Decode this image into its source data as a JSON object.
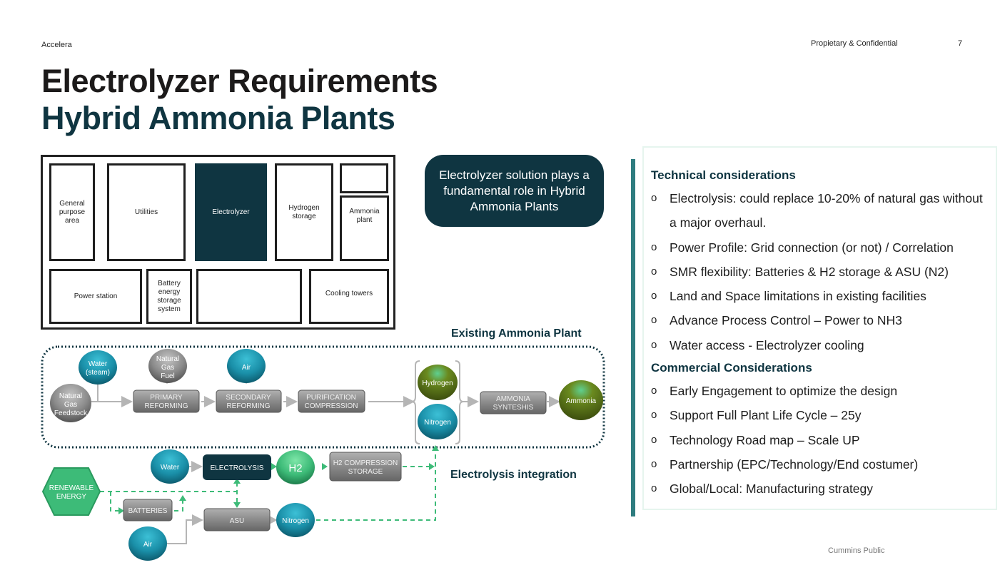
{
  "header": {
    "brand": "Accelera",
    "confidentiality": "Propietary & Confidential",
    "page_number": "7"
  },
  "title": {
    "line1": "Electrolyzer Requirements",
    "line2": "Hybrid Ammonia Plants"
  },
  "site_layout": {
    "zones": [
      {
        "id": "general",
        "label": "General purpose area",
        "highlight": false
      },
      {
        "id": "utilities",
        "label": "Utilities",
        "highlight": false
      },
      {
        "id": "electrolyzer",
        "label": "Electrolyzer",
        "highlight": true
      },
      {
        "id": "hydrogen",
        "label": "Hydrogen storage",
        "highlight": false
      },
      {
        "id": "blank-top",
        "label": "",
        "highlight": false
      },
      {
        "id": "ammonia",
        "label": "Ammonia plant",
        "highlight": false
      },
      {
        "id": "power",
        "label": "Power station",
        "highlight": false
      },
      {
        "id": "battery",
        "label": "Battery energy storage system",
        "highlight": false
      },
      {
        "id": "blank-bottom",
        "label": "",
        "highlight": false
      },
      {
        "id": "cooling",
        "label": "Cooling towers",
        "highlight": false
      }
    ]
  },
  "callout": {
    "text": "Electrolyzer solution plays a fundamental role in Hybrid Ammonia Plants"
  },
  "existing_plant": {
    "label": "Existing Ammonia Plant",
    "nodes": {
      "water_steam": [
        "Water",
        "(steam)"
      ],
      "ng_feedstock": [
        "Natural",
        "Gas",
        "Feedstock"
      ],
      "ng_fuel": [
        "Natural",
        "Gas",
        "Fuel"
      ],
      "air": [
        "Air"
      ],
      "primary": [
        "PRIMARY",
        "REFORMING"
      ],
      "secondary": [
        "SECONDARY",
        "REFORMING"
      ],
      "purification": [
        "PURIFICATION",
        "COMPRESSION"
      ],
      "hydrogen": [
        "Hydrogen"
      ],
      "nitrogen": [
        "Nitrogen"
      ],
      "synthesis": [
        "AMMONIA",
        "SYNTESHIS"
      ],
      "ammonia": [
        "Ammonia"
      ]
    }
  },
  "electrolysis_integration": {
    "label": "Electrolysis integration",
    "nodes": {
      "renewable": [
        "RENEWABLE",
        "ENERGY"
      ],
      "water": [
        "Water"
      ],
      "electrolysis": [
        "ELECTROLYSIS"
      ],
      "h2": [
        "H2"
      ],
      "h2_storage": [
        "H2 COMPRESSION",
        "STORAGE"
      ],
      "batteries": [
        "BATTERIES"
      ],
      "asu": [
        "ASU"
      ],
      "air": [
        "Air"
      ],
      "nitrogen": [
        "Nitrogen"
      ]
    }
  },
  "considerations": {
    "technical": {
      "heading": "Technical considerations",
      "items": [
        "Electrolysis: could replace 10-20% of natural gas without  a major overhaul.",
        "Power Profile: Grid connection (or not) / Correlation",
        "SMR flexibility: Batteries & H2 storage & ASU (N2)",
        "Land and Space limitations in existing facilities",
        "Advance Process Control – Power to NH3",
        "Water access - Electrolyzer cooling"
      ]
    },
    "commercial": {
      "heading": "Commercial Considerations",
      "items": [
        "Early Engagement to optimize the design",
        "Support Full Plant Life Cycle – 25y",
        "Technology Road map – Scale UP",
        "Partnership (EPC/Technology/End costumer)",
        "Global/Local: Manufacturing strategy"
      ]
    },
    "bullet_glyph": "o"
  },
  "footer": {
    "classification": "Cummins Public"
  },
  "colors": {
    "dark_teal": "#0f3541",
    "accent_bar": "#2e7c7f",
    "flow_green": "#3dbb78",
    "node_teal": "#1a8fa8",
    "node_gray": "#8a8a8a",
    "node_olive": "#5f7a1a"
  }
}
